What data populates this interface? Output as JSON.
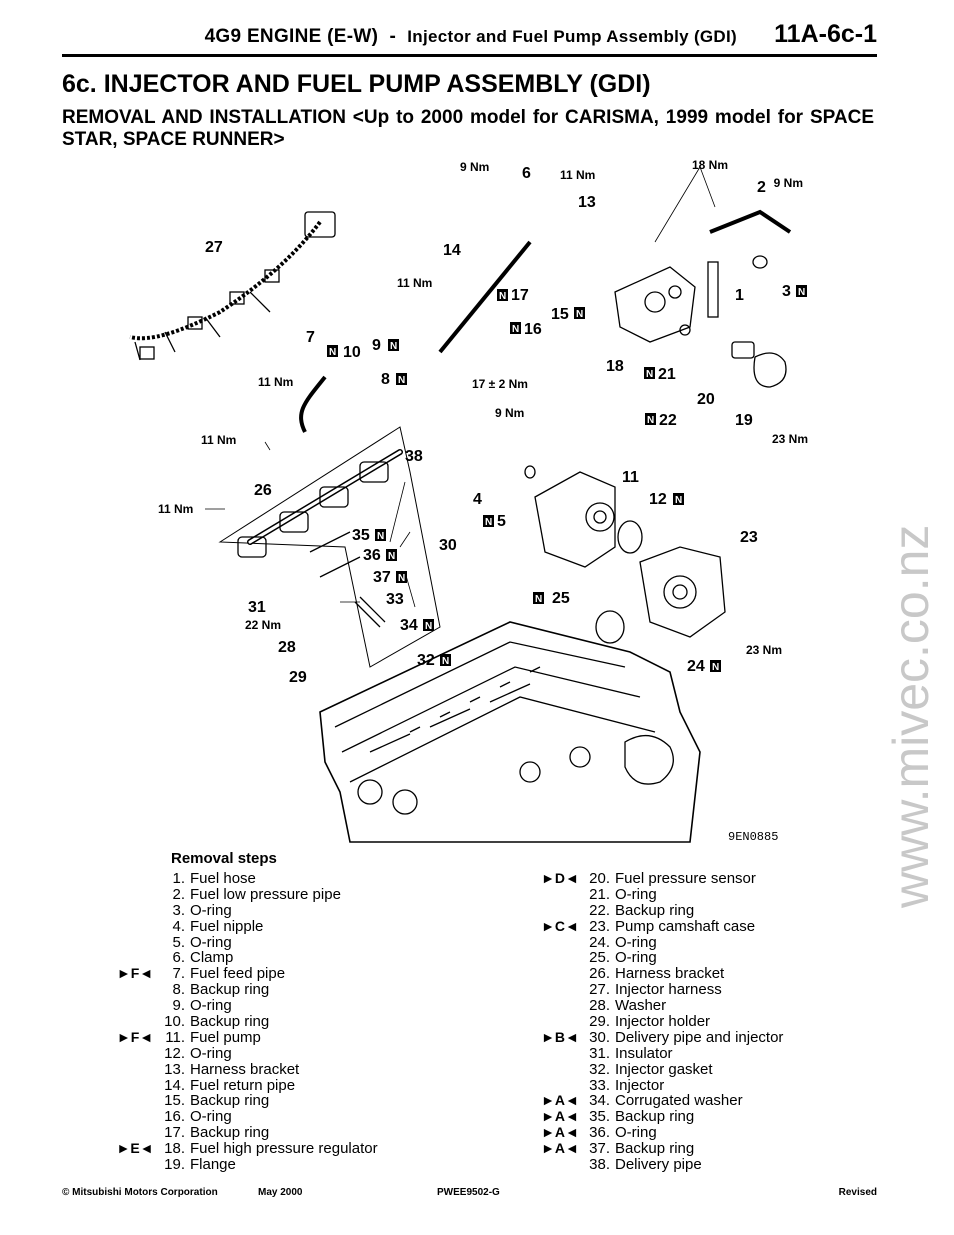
{
  "header": {
    "engine": "4G9 ENGINE (E-W)",
    "separator": "-",
    "section_title": "Injector and Fuel Pump Assembly (GDI)",
    "page_code": "11A-6c-1"
  },
  "title": "6c. INJECTOR AND FUEL PUMP ASSEMBLY (GDI)",
  "subtitle": "REMOVAL AND INSTALLATION <Up to 2000 model for CARISMA, 1999 model for SPACE STAR, SPACE RUNNER>",
  "diagram": {
    "code": "9EN0885",
    "new_part_mark": "N",
    "torques": {
      "t1": "9 Nm",
      "t2": "11 Nm",
      "t3": "18 Nm",
      "t4": "9 Nm",
      "t5": "11 Nm",
      "t6": "11 Nm",
      "t7": "17 ± 2 Nm",
      "t8": "9 Nm",
      "t9": "11 Nm",
      "t10": "11 Nm",
      "t11": "23 Nm",
      "t12": "22 Nm",
      "t13": "23 Nm"
    },
    "callouts": {
      "c1": "1",
      "c2": "2",
      "c3": "3",
      "c4": "4",
      "c5": "5",
      "c6": "6",
      "c7": "7",
      "c8": "8",
      "c9": "9",
      "c10": "10",
      "c11": "11",
      "c12": "12",
      "c13": "13",
      "c14": "14",
      "c15": "15",
      "c16": "16",
      "c17": "17",
      "c18": "18",
      "c19": "19",
      "c20": "20",
      "c21": "21",
      "c22": "22",
      "c23": "23",
      "c24": "24",
      "c25": "25",
      "c26": "26",
      "c27": "27",
      "c28": "28",
      "c29": "29",
      "c30": "30",
      "c31": "31",
      "c32": "32",
      "c33": "33",
      "c34": "34",
      "c35": "35",
      "c36": "36",
      "c37": "37",
      "c38": "38"
    }
  },
  "watermark": "www.mivec.co.nz",
  "removal_steps": {
    "heading": "Removal steps",
    "left": [
      {
        "mark": "",
        "num": "1.",
        "label": "Fuel hose"
      },
      {
        "mark": "",
        "num": "2.",
        "label": "Fuel low pressure pipe"
      },
      {
        "mark": "",
        "num": "3.",
        "label": "O-ring"
      },
      {
        "mark": "",
        "num": "4.",
        "label": "Fuel nipple"
      },
      {
        "mark": "",
        "num": "5.",
        "label": "O-ring"
      },
      {
        "mark": "",
        "num": "6.",
        "label": "Clamp"
      },
      {
        "mark": "►F◄",
        "num": "7.",
        "label": "Fuel feed pipe"
      },
      {
        "mark": "",
        "num": "8.",
        "label": "Backup ring"
      },
      {
        "mark": "",
        "num": "9.",
        "label": "O-ring"
      },
      {
        "mark": "",
        "num": "10.",
        "label": "Backup ring"
      },
      {
        "mark": "►F◄",
        "num": "11.",
        "label": "Fuel pump"
      },
      {
        "mark": "",
        "num": "12.",
        "label": "O-ring"
      },
      {
        "mark": "",
        "num": "13.",
        "label": "Harness bracket"
      },
      {
        "mark": "",
        "num": "14.",
        "label": "Fuel return pipe"
      },
      {
        "mark": "",
        "num": "15.",
        "label": "Backup ring"
      },
      {
        "mark": "",
        "num": "16.",
        "label": "O-ring"
      },
      {
        "mark": "",
        "num": "17.",
        "label": "Backup ring"
      },
      {
        "mark": "►E◄",
        "num": "18.",
        "label": "Fuel high pressure regulator"
      },
      {
        "mark": "",
        "num": "19.",
        "label": "Flange"
      }
    ],
    "right": [
      {
        "mark": "►D◄",
        "num": "20.",
        "label": "Fuel pressure sensor"
      },
      {
        "mark": "",
        "num": "21.",
        "label": "O-ring"
      },
      {
        "mark": "",
        "num": "22.",
        "label": "Backup ring"
      },
      {
        "mark": "►C◄",
        "num": "23.",
        "label": "Pump camshaft case"
      },
      {
        "mark": "",
        "num": "24.",
        "label": "O-ring"
      },
      {
        "mark": "",
        "num": "25.",
        "label": "O-ring"
      },
      {
        "mark": "",
        "num": "26.",
        "label": "Harness bracket"
      },
      {
        "mark": "",
        "num": "27.",
        "label": "Injector harness"
      },
      {
        "mark": "",
        "num": "28.",
        "label": "Washer"
      },
      {
        "mark": "",
        "num": "29.",
        "label": "Injector holder"
      },
      {
        "mark": "►B◄",
        "num": "30.",
        "label": "Delivery pipe and injector"
      },
      {
        "mark": "",
        "num": "31.",
        "label": "Insulator"
      },
      {
        "mark": "",
        "num": "32.",
        "label": "Injector gasket"
      },
      {
        "mark": "",
        "num": "33.",
        "label": "Injector"
      },
      {
        "mark": "►A◄",
        "num": "34.",
        "label": "Corrugated washer"
      },
      {
        "mark": "►A◄",
        "num": "35.",
        "label": "Backup ring"
      },
      {
        "mark": "►A◄",
        "num": "36.",
        "label": "O-ring"
      },
      {
        "mark": "►A◄",
        "num": "37.",
        "label": "Backup ring"
      },
      {
        "mark": "",
        "num": "38.",
        "label": "Delivery pipe"
      }
    ]
  },
  "footer": {
    "copyright": "© Mitsubishi Motors Corporation",
    "date": "May 2000",
    "doc_code": "PWEE9502-G",
    "status": "Revised"
  }
}
